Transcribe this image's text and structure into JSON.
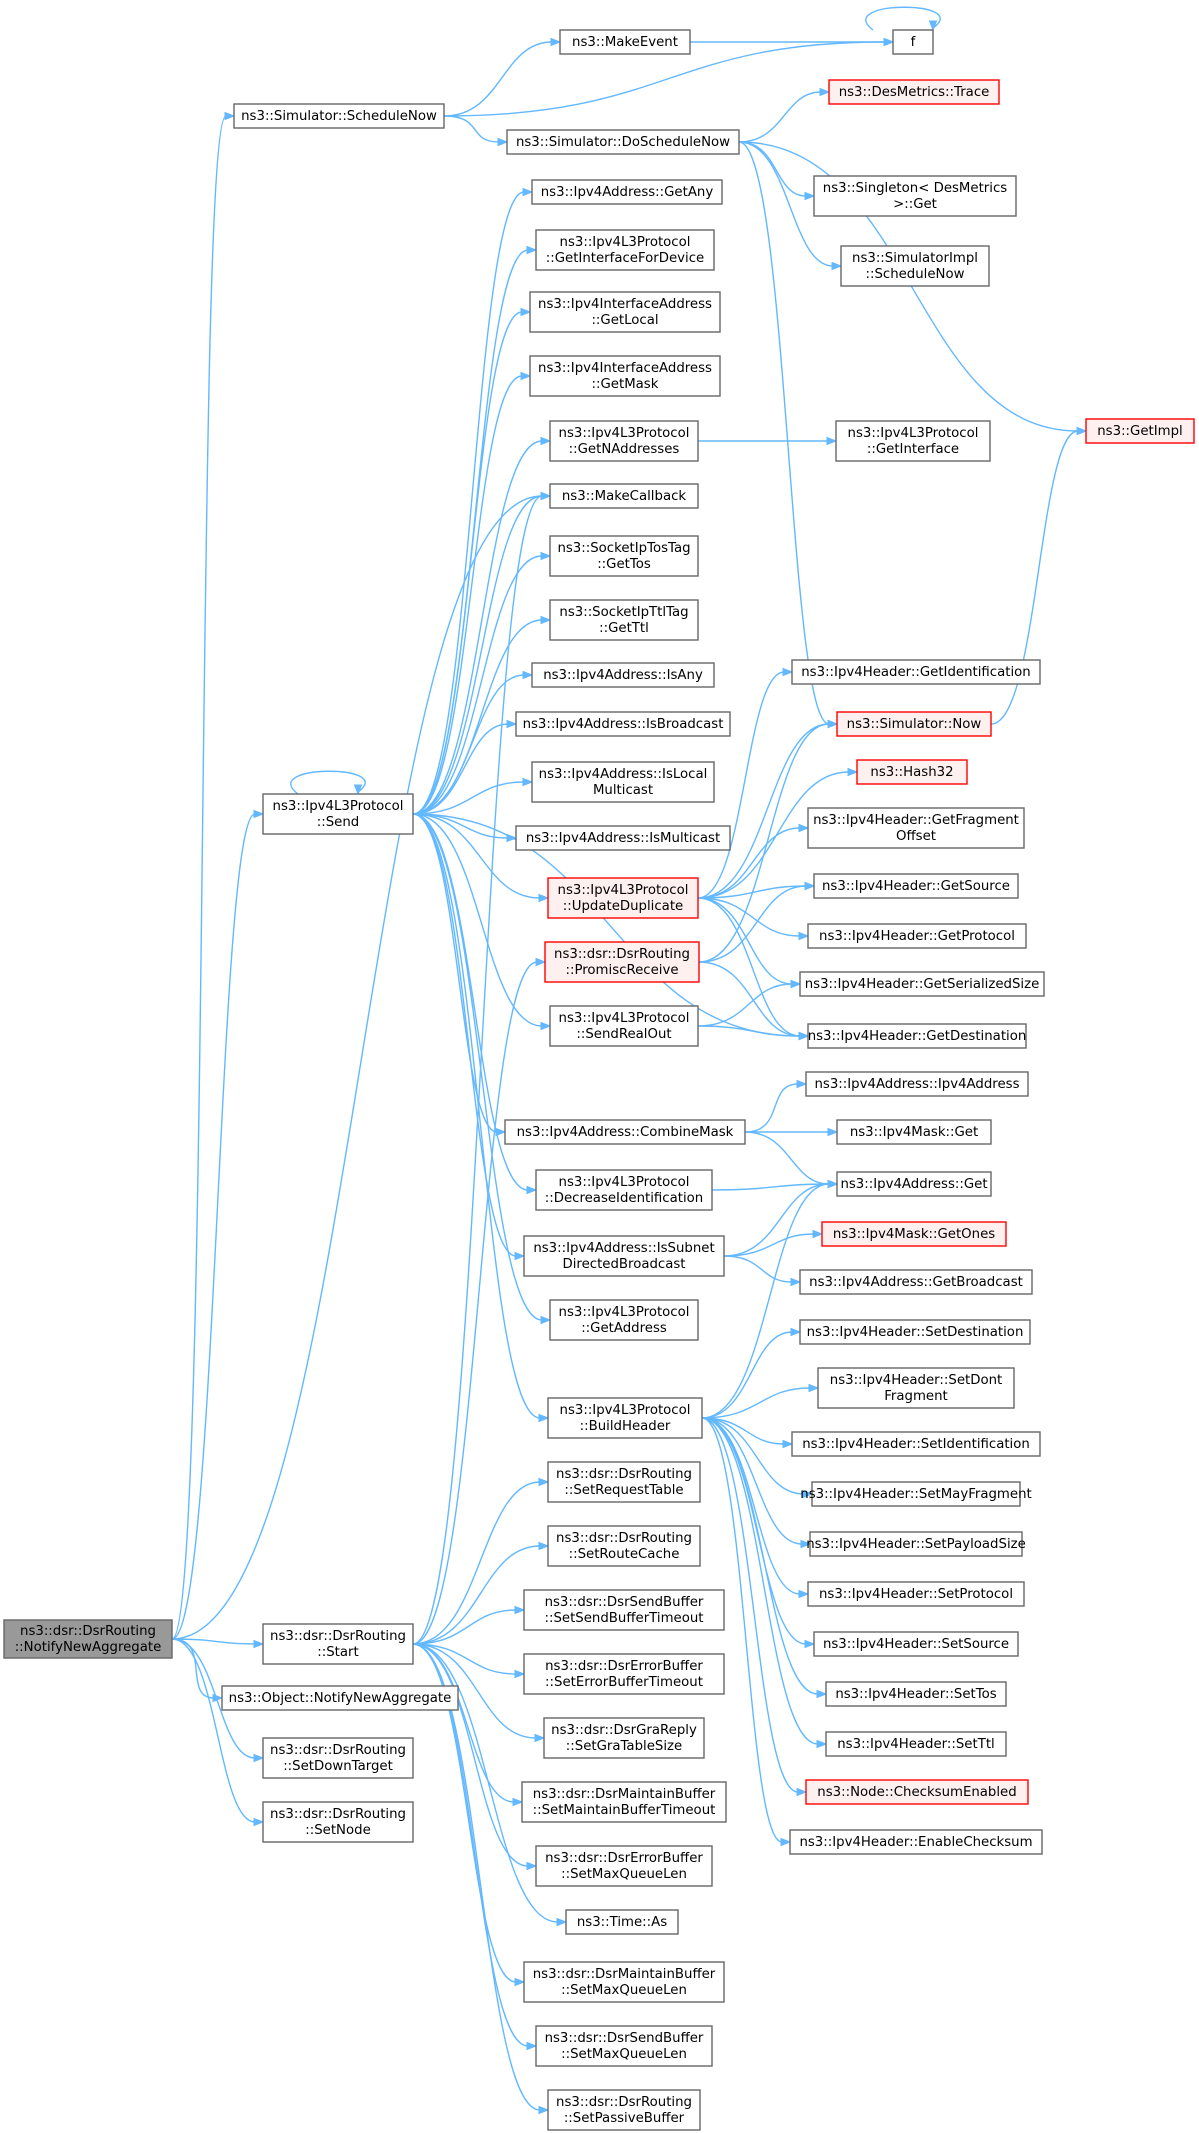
{
  "colors": {
    "edge": "#63b8ff",
    "node_border": "#666666",
    "root_fill": "#999999",
    "truncated_border": "#ff0000",
    "truncated_fill": "#fff0f0"
  },
  "nodes": [
    {
      "id": "root",
      "lines": [
        "ns3::dsr::DsrRouting",
        "::NotifyNewAggregate"
      ],
      "style": "root"
    },
    {
      "id": "sched",
      "lines": [
        "ns3::Simulator::ScheduleNow"
      ]
    },
    {
      "id": "makeevent",
      "lines": [
        "ns3::MakeEvent"
      ]
    },
    {
      "id": "f",
      "lines": [
        "f"
      ]
    },
    {
      "id": "dosched",
      "lines": [
        "ns3::Simulator::DoScheduleNow"
      ]
    },
    {
      "id": "trace",
      "lines": [
        "ns3::DesMetrics::Trace"
      ],
      "style": "red"
    },
    {
      "id": "singleton",
      "lines": [
        "ns3::Singleton< DesMetrics",
        ">::Get"
      ]
    },
    {
      "id": "simimpl",
      "lines": [
        "ns3::SimulatorImpl",
        "::ScheduleNow"
      ]
    },
    {
      "id": "getimpl",
      "lines": [
        "ns3::GetImpl"
      ],
      "style": "red"
    },
    {
      "id": "getany",
      "lines": [
        "ns3::Ipv4Address::GetAny"
      ]
    },
    {
      "id": "getiffordev",
      "lines": [
        "ns3::Ipv4L3Protocol",
        "::GetInterfaceForDevice"
      ]
    },
    {
      "id": "getlocal",
      "lines": [
        "ns3::Ipv4InterfaceAddress",
        "::GetLocal"
      ]
    },
    {
      "id": "getmask",
      "lines": [
        "ns3::Ipv4InterfaceAddress",
        "::GetMask"
      ]
    },
    {
      "id": "getnaddr",
      "lines": [
        "ns3::Ipv4L3Protocol",
        "::GetNAddresses"
      ]
    },
    {
      "id": "getiface",
      "lines": [
        "ns3::Ipv4L3Protocol",
        "::GetInterface"
      ]
    },
    {
      "id": "makecb",
      "lines": [
        "ns3::MakeCallback"
      ]
    },
    {
      "id": "gettos",
      "lines": [
        "ns3::SocketIpTosTag",
        "::GetTos"
      ]
    },
    {
      "id": "getttl",
      "lines": [
        "ns3::SocketIpTtlTag",
        "::GetTtl"
      ]
    },
    {
      "id": "isany",
      "lines": [
        "ns3::Ipv4Address::IsAny"
      ]
    },
    {
      "id": "isbcast",
      "lines": [
        "ns3::Ipv4Address::IsBroadcast"
      ]
    },
    {
      "id": "islocalmc",
      "lines": [
        "ns3::Ipv4Address::IsLocal",
        "Multicast"
      ]
    },
    {
      "id": "ismc",
      "lines": [
        "ns3::Ipv4Address::IsMulticast"
      ]
    },
    {
      "id": "send",
      "lines": [
        "ns3::Ipv4L3Protocol",
        "::Send"
      ]
    },
    {
      "id": "getident",
      "lines": [
        "ns3::Ipv4Header::GetIdentification"
      ]
    },
    {
      "id": "now",
      "lines": [
        "ns3::Simulator::Now"
      ],
      "style": "red"
    },
    {
      "id": "hash32",
      "lines": [
        "ns3::Hash32"
      ],
      "style": "red"
    },
    {
      "id": "getfrag",
      "lines": [
        "ns3::Ipv4Header::GetFragment",
        "Offset"
      ]
    },
    {
      "id": "updup",
      "lines": [
        "ns3::Ipv4L3Protocol",
        "::UpdateDuplicate"
      ],
      "style": "red"
    },
    {
      "id": "getsrc",
      "lines": [
        "ns3::Ipv4Header::GetSource"
      ]
    },
    {
      "id": "getproto",
      "lines": [
        "ns3::Ipv4Header::GetProtocol"
      ]
    },
    {
      "id": "promisc",
      "lines": [
        "ns3::dsr::DsrRouting",
        "::PromiscReceive"
      ],
      "style": "red"
    },
    {
      "id": "getser",
      "lines": [
        "ns3::Ipv4Header::GetSerializedSize"
      ]
    },
    {
      "id": "sendreal",
      "lines": [
        "ns3::Ipv4L3Protocol",
        "::SendRealOut"
      ]
    },
    {
      "id": "getdest",
      "lines": [
        "ns3::Ipv4Header::GetDestination"
      ]
    },
    {
      "id": "ipv4addr",
      "lines": [
        "ns3::Ipv4Address::Ipv4Address"
      ]
    },
    {
      "id": "combine",
      "lines": [
        "ns3::Ipv4Address::CombineMask"
      ]
    },
    {
      "id": "maskget",
      "lines": [
        "ns3::Ipv4Mask::Get"
      ]
    },
    {
      "id": "decid",
      "lines": [
        "ns3::Ipv4L3Protocol",
        "::DecreaseIdentification"
      ]
    },
    {
      "id": "addrget",
      "lines": [
        "ns3::Ipv4Address::Get"
      ]
    },
    {
      "id": "issubnet",
      "lines": [
        "ns3::Ipv4Address::IsSubnet",
        "DirectedBroadcast"
      ]
    },
    {
      "id": "getones",
      "lines": [
        "ns3::Ipv4Mask::GetOnes"
      ],
      "style": "red"
    },
    {
      "id": "getbcast",
      "lines": [
        "ns3::Ipv4Address::GetBroadcast"
      ]
    },
    {
      "id": "getaddress",
      "lines": [
        "ns3::Ipv4L3Protocol",
        "::GetAddress"
      ]
    },
    {
      "id": "setdest",
      "lines": [
        "ns3::Ipv4Header::SetDestination"
      ]
    },
    {
      "id": "setdont",
      "lines": [
        "ns3::Ipv4Header::SetDont",
        "Fragment"
      ]
    },
    {
      "id": "buildhdr",
      "lines": [
        "ns3::Ipv4L3Protocol",
        "::BuildHeader"
      ]
    },
    {
      "id": "setident",
      "lines": [
        "ns3::Ipv4Header::SetIdentification"
      ]
    },
    {
      "id": "setmayfrag",
      "lines": [
        "ns3::Ipv4Header::SetMayFragment"
      ]
    },
    {
      "id": "setpayload",
      "lines": [
        "ns3::Ipv4Header::SetPayloadSize"
      ]
    },
    {
      "id": "setproto",
      "lines": [
        "ns3::Ipv4Header::SetProtocol"
      ]
    },
    {
      "id": "setsrc",
      "lines": [
        "ns3::Ipv4Header::SetSource"
      ]
    },
    {
      "id": "settos",
      "lines": [
        "ns3::Ipv4Header::SetTos"
      ]
    },
    {
      "id": "setttl",
      "lines": [
        "ns3::Ipv4Header::SetTtl"
      ]
    },
    {
      "id": "checksum",
      "lines": [
        "ns3::Node::ChecksumEnabled"
      ],
      "style": "red"
    },
    {
      "id": "enablecs",
      "lines": [
        "ns3::Ipv4Header::EnableChecksum"
      ]
    },
    {
      "id": "setreqtable",
      "lines": [
        "ns3::dsr::DsrRouting",
        "::SetRequestTable"
      ]
    },
    {
      "id": "setroutecache",
      "lines": [
        "ns3::dsr::DsrRouting",
        "::SetRouteCache"
      ]
    },
    {
      "id": "start",
      "lines": [
        "ns3::dsr::DsrRouting",
        "::Start"
      ]
    },
    {
      "id": "setsendbuf",
      "lines": [
        "ns3::dsr::DsrSendBuffer",
        "::SetSendBufferTimeout"
      ]
    },
    {
      "id": "seterrbuf",
      "lines": [
        "ns3::dsr::DsrErrorBuffer",
        "::SetErrorBufferTimeout"
      ]
    },
    {
      "id": "objnotify",
      "lines": [
        "ns3::Object::NotifyNewAggregate"
      ]
    },
    {
      "id": "setgra",
      "lines": [
        "ns3::dsr::DsrGraReply",
        "::SetGraTableSize"
      ]
    },
    {
      "id": "setdown",
      "lines": [
        "ns3::dsr::DsrRouting",
        "::SetDownTarget"
      ]
    },
    {
      "id": "setmaint",
      "lines": [
        "ns3::dsr::DsrMaintainBuffer",
        "::SetMaintainBufferTimeout"
      ]
    },
    {
      "id": "setnode",
      "lines": [
        "ns3::dsr::DsrRouting",
        "::SetNode"
      ]
    },
    {
      "id": "errmaxq",
      "lines": [
        "ns3::dsr::DsrErrorBuffer",
        "::SetMaxQueueLen"
      ]
    },
    {
      "id": "timeas",
      "lines": [
        "ns3::Time::As"
      ]
    },
    {
      "id": "maintmaxq",
      "lines": [
        "ns3::dsr::DsrMaintainBuffer",
        "::SetMaxQueueLen"
      ]
    },
    {
      "id": "sendmaxq",
      "lines": [
        "ns3::dsr::DsrSendBuffer",
        "::SetMaxQueueLen"
      ]
    },
    {
      "id": "setpassive",
      "lines": [
        "ns3::dsr::DsrRouting",
        "::SetPassiveBuffer"
      ]
    }
  ],
  "edges": [
    [
      "root",
      "sched"
    ],
    [
      "root",
      "makecb"
    ],
    [
      "root",
      "send"
    ],
    [
      "root",
      "start"
    ],
    [
      "root",
      "objnotify"
    ],
    [
      "root",
      "setdown"
    ],
    [
      "root",
      "setnode"
    ],
    [
      "sched",
      "makeevent"
    ],
    [
      "sched",
      "f"
    ],
    [
      "sched",
      "dosched"
    ],
    [
      "makeevent",
      "f"
    ],
    [
      "f",
      "f"
    ],
    [
      "dosched",
      "trace"
    ],
    [
      "dosched",
      "singleton"
    ],
    [
      "dosched",
      "simimpl"
    ],
    [
      "dosched",
      "getimpl"
    ],
    [
      "dosched",
      "now"
    ],
    [
      "now",
      "getimpl"
    ],
    [
      "send",
      "getany"
    ],
    [
      "send",
      "getiffordev"
    ],
    [
      "send",
      "getlocal"
    ],
    [
      "send",
      "getmask"
    ],
    [
      "send",
      "getnaddr"
    ],
    [
      "send",
      "makecb"
    ],
    [
      "send",
      "gettos"
    ],
    [
      "send",
      "getttl"
    ],
    [
      "send",
      "isany"
    ],
    [
      "send",
      "isbcast"
    ],
    [
      "send",
      "islocalmc"
    ],
    [
      "send",
      "ismc"
    ],
    [
      "send",
      "send"
    ],
    [
      "send",
      "updup"
    ],
    [
      "send",
      "sendreal"
    ],
    [
      "send",
      "getdest"
    ],
    [
      "send",
      "combine"
    ],
    [
      "send",
      "decid"
    ],
    [
      "send",
      "issubnet"
    ],
    [
      "send",
      "getaddress"
    ],
    [
      "send",
      "buildhdr"
    ],
    [
      "getnaddr",
      "getiface"
    ],
    [
      "updup",
      "getident"
    ],
    [
      "updup",
      "now"
    ],
    [
      "updup",
      "hash32"
    ],
    [
      "updup",
      "getfrag"
    ],
    [
      "updup",
      "getsrc"
    ],
    [
      "updup",
      "getproto"
    ],
    [
      "updup",
      "getser"
    ],
    [
      "updup",
      "getdest"
    ],
    [
      "promisc",
      "now"
    ],
    [
      "promisc",
      "getsrc"
    ],
    [
      "promisc",
      "getdest"
    ],
    [
      "sendreal",
      "getser"
    ],
    [
      "sendreal",
      "getdest"
    ],
    [
      "combine",
      "ipv4addr"
    ],
    [
      "combine",
      "maskget"
    ],
    [
      "combine",
      "addrget"
    ],
    [
      "decid",
      "addrget"
    ],
    [
      "issubnet",
      "addrget"
    ],
    [
      "issubnet",
      "getones"
    ],
    [
      "issubnet",
      "getbcast"
    ],
    [
      "buildhdr",
      "addrget"
    ],
    [
      "buildhdr",
      "setdest"
    ],
    [
      "buildhdr",
      "setdont"
    ],
    [
      "buildhdr",
      "setident"
    ],
    [
      "buildhdr",
      "setmayfrag"
    ],
    [
      "buildhdr",
      "setpayload"
    ],
    [
      "buildhdr",
      "setproto"
    ],
    [
      "buildhdr",
      "setsrc"
    ],
    [
      "buildhdr",
      "settos"
    ],
    [
      "buildhdr",
      "setttl"
    ],
    [
      "buildhdr",
      "checksum"
    ],
    [
      "buildhdr",
      "enablecs"
    ],
    [
      "start",
      "makecb"
    ],
    [
      "start",
      "promisc"
    ],
    [
      "start",
      "setreqtable"
    ],
    [
      "start",
      "setroutecache"
    ],
    [
      "start",
      "setsendbuf"
    ],
    [
      "start",
      "seterrbuf"
    ],
    [
      "start",
      "setgra"
    ],
    [
      "start",
      "setmaint"
    ],
    [
      "start",
      "errmaxq"
    ],
    [
      "start",
      "timeas"
    ],
    [
      "start",
      "maintmaxq"
    ],
    [
      "start",
      "sendmaxq"
    ],
    [
      "start",
      "setpassive"
    ]
  ]
}
